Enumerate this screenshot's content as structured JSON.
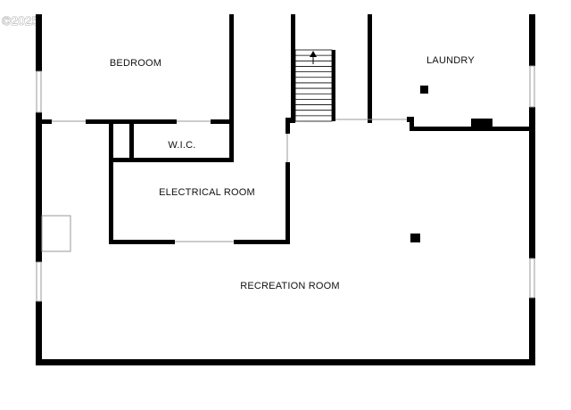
{
  "watermark": "©2025",
  "rooms": {
    "bedroom": "BEDROOM",
    "laundry": "LAUNDRY",
    "wic": "W.I.C.",
    "electrical": "ELECTRICAL ROOM",
    "recreation": "RECREATION ROOM"
  },
  "colors": {
    "wall": "#000000",
    "background": "#ffffff",
    "window": "#9a9a9a"
  },
  "icons": {
    "stairs": "stairs-up-arrow-icon"
  }
}
